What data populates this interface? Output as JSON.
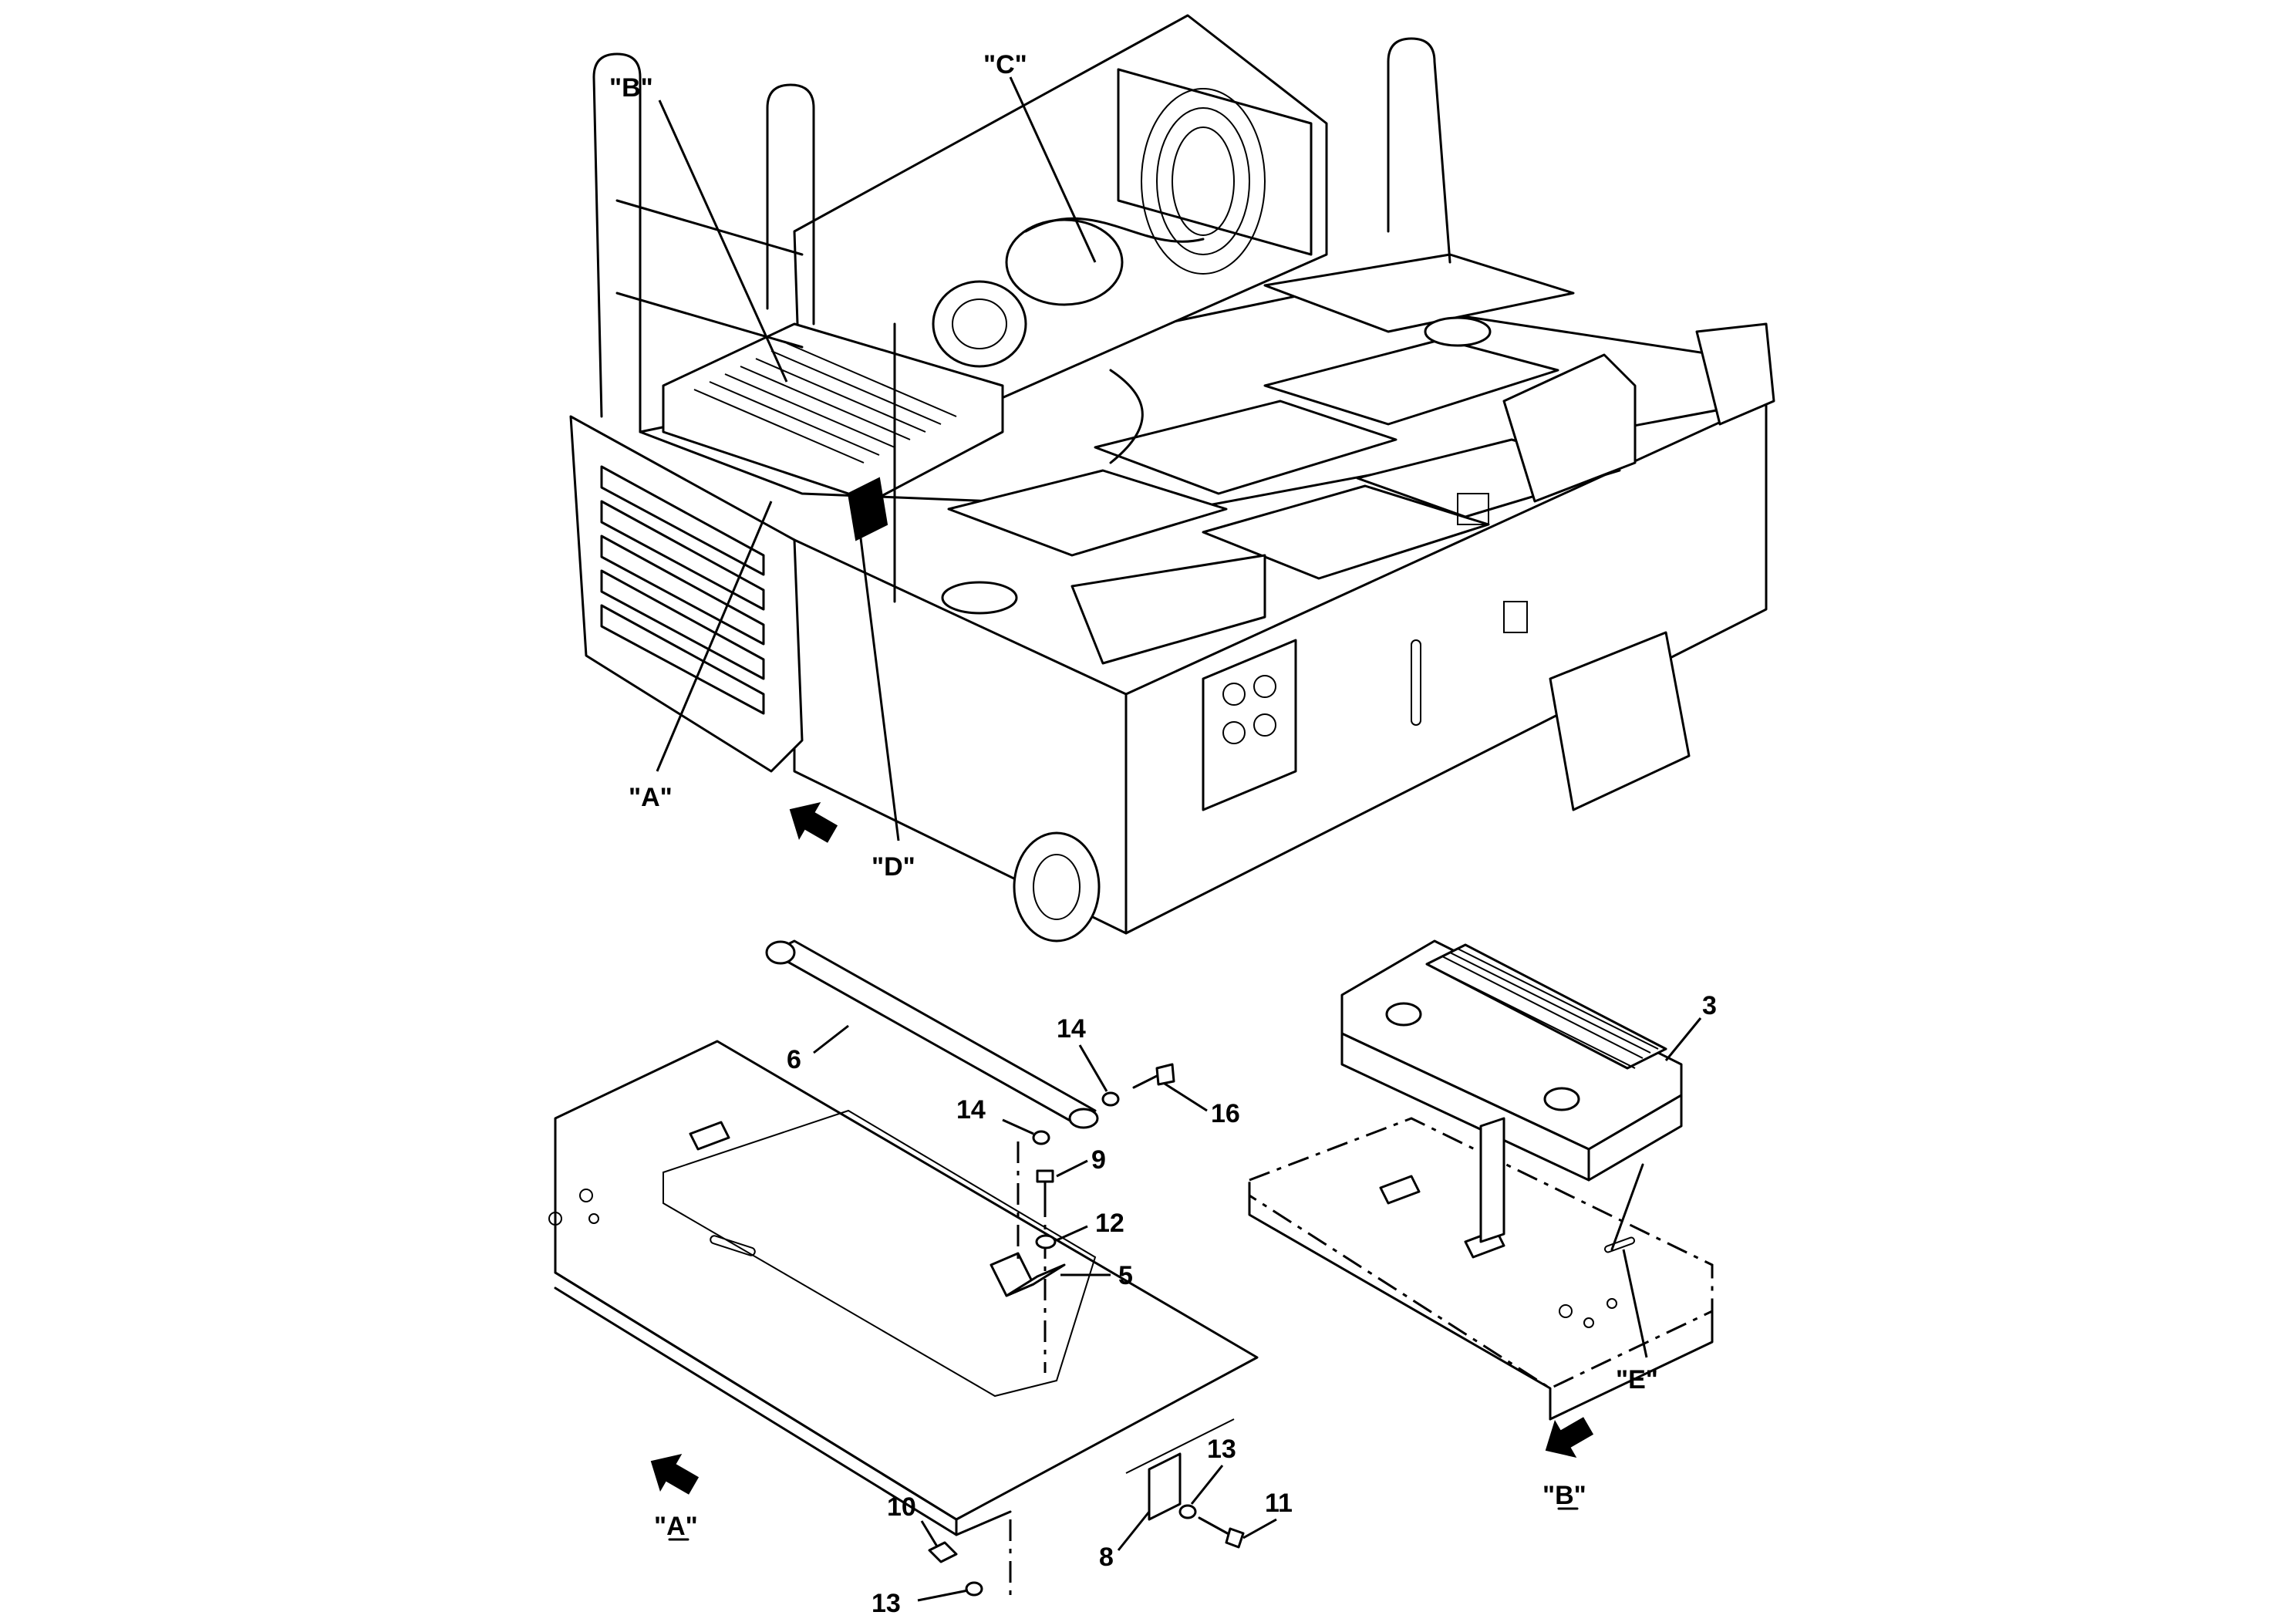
{
  "overview_view_labels": {
    "A": "\"A\"",
    "B": "\"B\"",
    "C": "\"C\"",
    "D": "\"D\""
  },
  "detail_views": {
    "A": {
      "title": "\"A\""
    },
    "B": {
      "title": "\"B\""
    }
  },
  "callouts": {
    "p3": "3",
    "p5": "5",
    "p6": "6",
    "p8": "8",
    "p9": "9",
    "p10": "10",
    "p11": "11",
    "p12": "12",
    "p13a": "13",
    "p13b": "13",
    "p14a": "14",
    "p14b": "14",
    "p16": "16",
    "E": "\"E\""
  },
  "icons": {
    "direction_arrow": "filled-direction-arrow-icon"
  }
}
